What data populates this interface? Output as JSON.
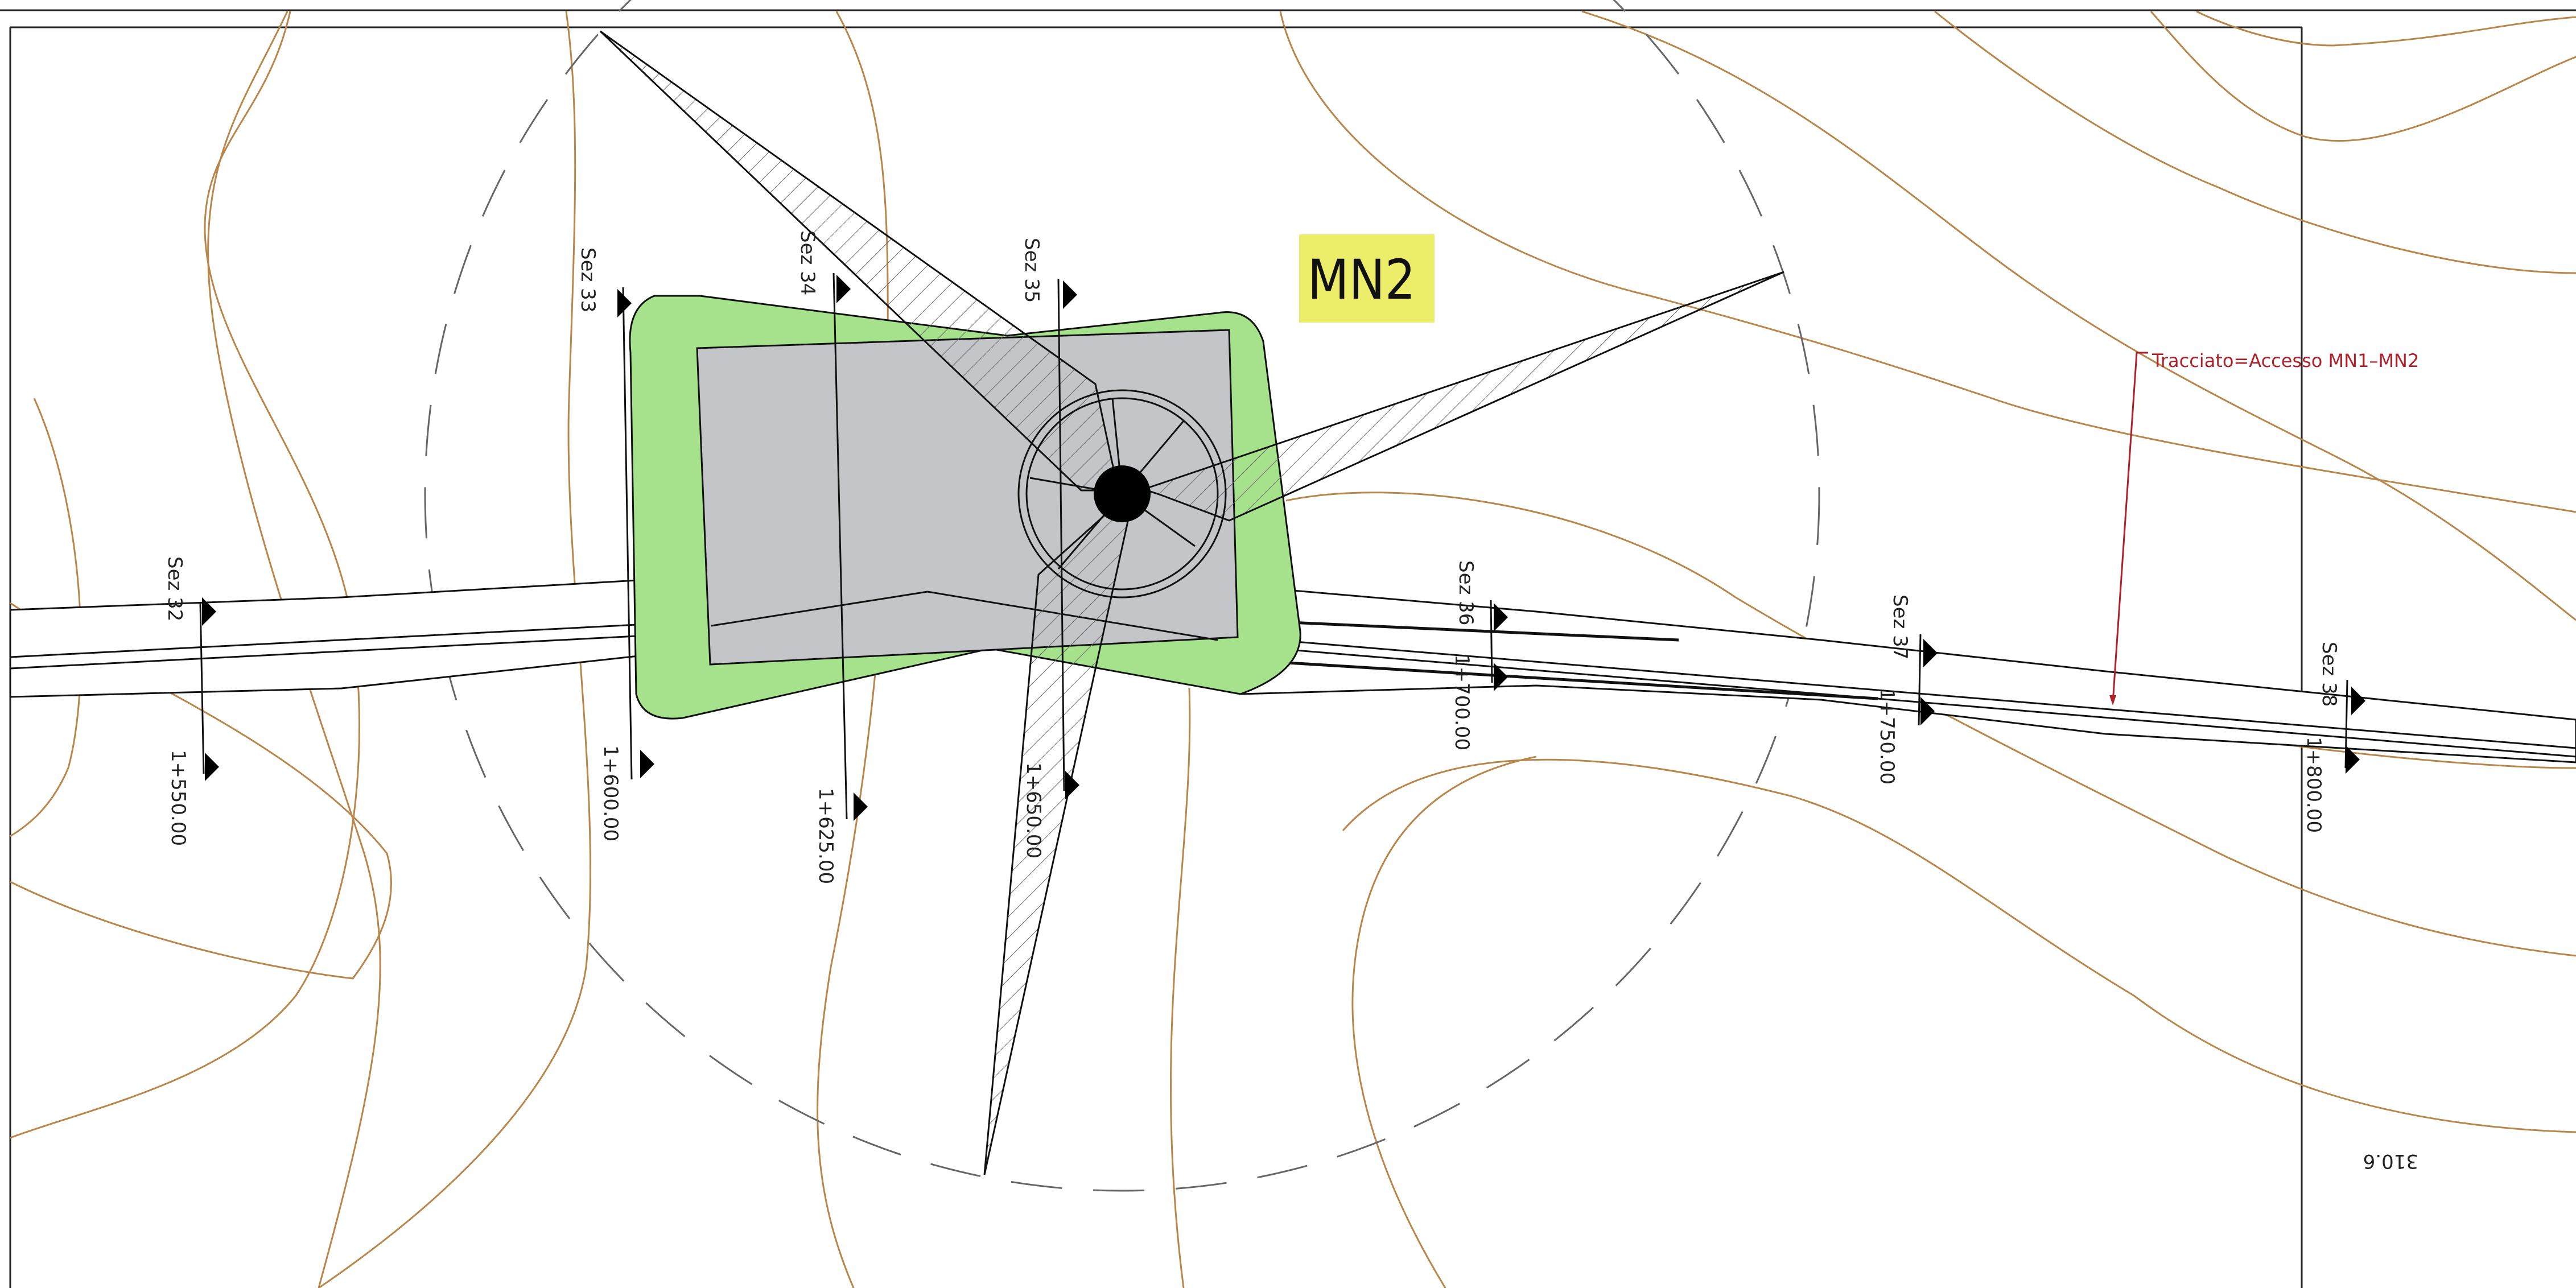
{
  "platform_label": "MN2",
  "track_label": "Tracciato=Accesso MN1–MN2",
  "spot_elevation": "310.6",
  "sections": [
    {
      "name": "Sez 32",
      "chainage": "1+550.00"
    },
    {
      "name": "Sez 33",
      "chainage": "1+600.00"
    },
    {
      "name": "Sez 34",
      "chainage": "1+625.00"
    },
    {
      "name": "Sez 35",
      "chainage": "1+650.00"
    },
    {
      "name": "Sez 36",
      "chainage": "1+700.00"
    },
    {
      "name": "Sez 37",
      "chainage": "1+750.00"
    },
    {
      "name": "Sez 38",
      "chainage": "1+800.00"
    }
  ],
  "colors": {
    "platform_fill": "#c4c5c8",
    "embankment_fill": "#a6e28c",
    "label_bg": "#ecee6a",
    "contour": "#b8864b",
    "track_annotation": "#b0202a"
  }
}
